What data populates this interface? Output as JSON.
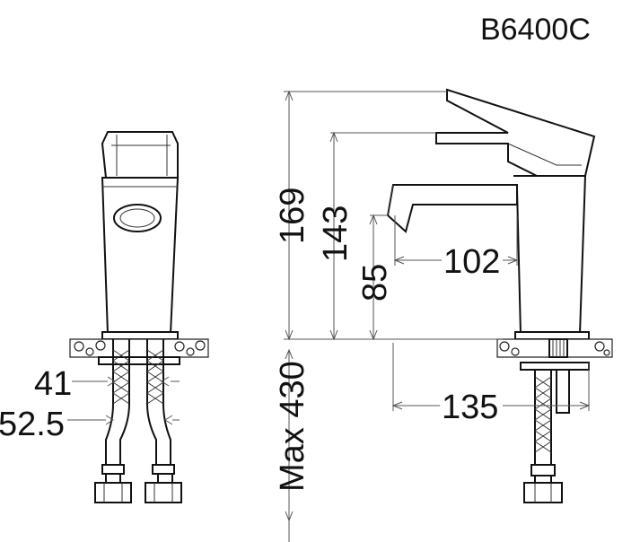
{
  "model": "B6400C",
  "dimensions": {
    "width_41": "41",
    "width_52_5": "52.5",
    "height_169": "169",
    "height_143": "143",
    "height_85": "85",
    "reach_102": "102",
    "reach_135": "135",
    "hose_max": "Max 430"
  },
  "colors": {
    "line": "#111111",
    "dimension": "#555555",
    "background": "#ffffff"
  }
}
